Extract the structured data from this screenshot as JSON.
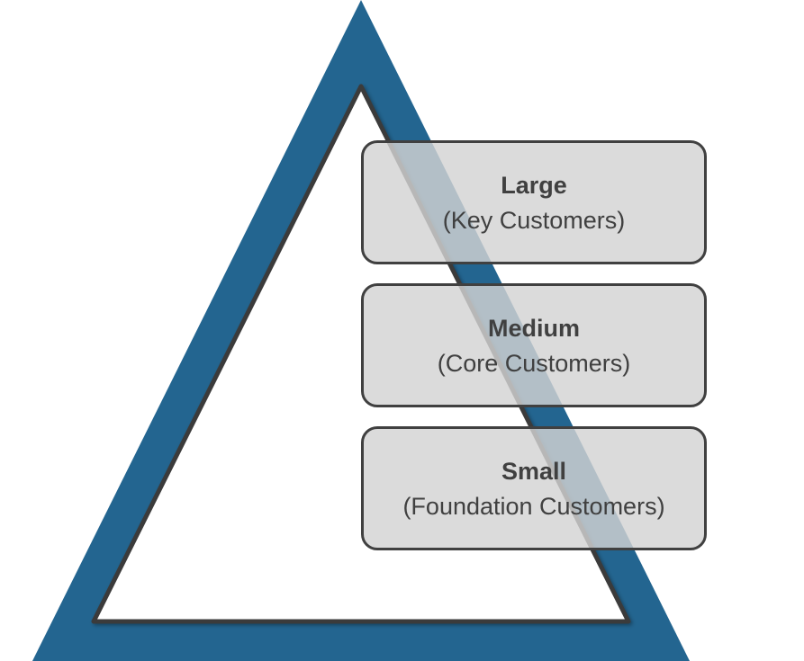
{
  "colors": {
    "pyramid_fill": "#236590",
    "inner_fill": "#ffffff",
    "inner_stroke": "#3a3a3a",
    "box_fill": "#d3d3d3",
    "box_border": "#404040",
    "text": "#404040"
  },
  "tiers": [
    {
      "title": "Large",
      "subtitle": "(Key Customers)"
    },
    {
      "title": "Medium",
      "subtitle": "(Core Customers)"
    },
    {
      "title": "Small",
      "subtitle": "(Foundation Customers)"
    }
  ]
}
